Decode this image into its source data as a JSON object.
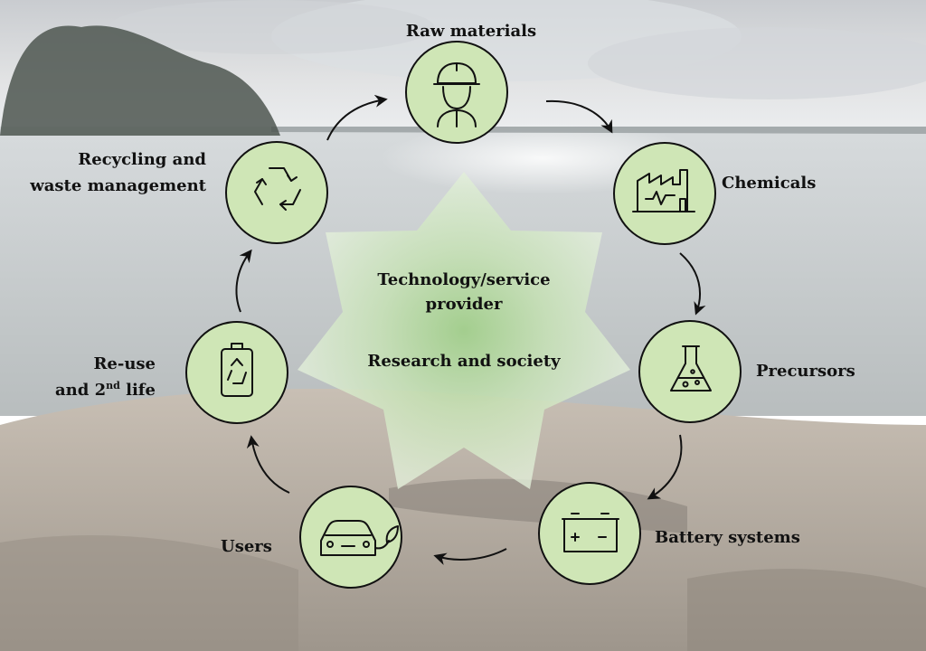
{
  "colors": {
    "node_fill": "#cfe6b6",
    "node_stroke": "#111111",
    "star_fill": "#cfe6c0",
    "star_center": "#9fcf86",
    "arrow": "#111111"
  },
  "cycle": {
    "nodes": [
      {
        "id": "raw-materials",
        "label": "Raw materials",
        "icon": "worker-hardhat-icon"
      },
      {
        "id": "chemicals",
        "label": "Chemicals",
        "icon": "factory-icon"
      },
      {
        "id": "precursors",
        "label": "Precursors",
        "icon": "flask-icon"
      },
      {
        "id": "battery-systems",
        "label": "Battery systems",
        "icon": "battery-icon"
      },
      {
        "id": "users",
        "label": "Users",
        "icon": "electric-car-icon"
      },
      {
        "id": "reuse",
        "label_line1": "Re-use",
        "label_line2_pre": "and 2",
        "label_line2_sup": "nd",
        "label_line2_post": " life",
        "icon": "battery-recycle-icon"
      },
      {
        "id": "recycling",
        "label_line1": "Recycling and",
        "label_line2": "waste management",
        "icon": "recycle-icon"
      }
    ]
  },
  "center": {
    "line1": "Technology/service",
    "line2": "provider",
    "line3": "Research and society"
  }
}
